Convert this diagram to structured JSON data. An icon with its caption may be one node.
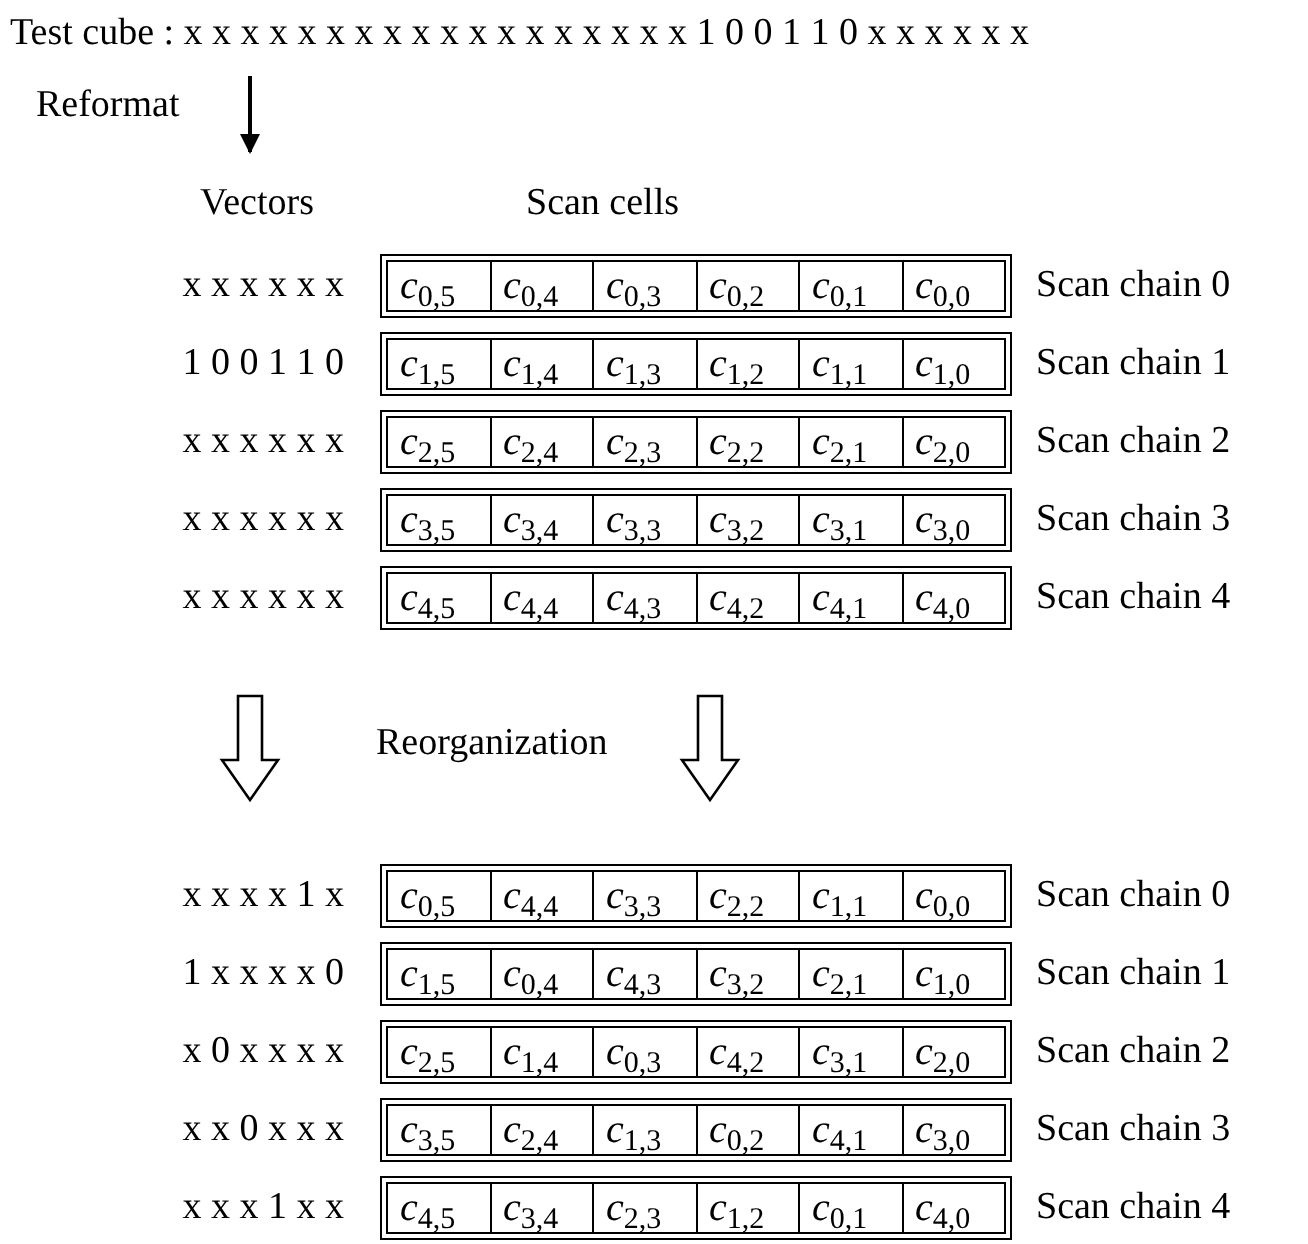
{
  "diagram": {
    "nodes": [
      {
        "text": [],
        "shape": "box"
      },
      {
        "text": [
          "*c*$_{0,5}$"
        ],
        "in": 0
      },
      {
        "text": [
          "*c*$_{0,4}$"
        ],
        "in": 0
      },
      {
        "text": [
          "*c*$_{0,3}$"
        ],
        "in": 0
      },
      {
        "text": [
          "*c*$_{0,2}$"
        ],
        "in": 0
      },
      {
        "text": [
          "*c*$_{0,1}$"
        ],
        "in": 0
      },
      {
        "text": [
          "*c*$_{0,0}$"
        ],
        "in": 0
      },
      {
        "text": [],
        "shape": "box"
      },
      {
        "text": [
          "*c*$_{1,5}$"
        ],
        "in": 7
      },
      {
        "text": [
          "*c*$_{1,4}$"
        ],
        "in": 7
      },
      {
        "text": [
          "*c*$_{1,3}$"
        ],
        "in": 7
      },
      {
        "text": [
          "*c*$_{1,2}$"
        ],
        "in": 7
      },
      {
        "text": [
          "*c*$_{1,1}$"
        ],
        "in": 7
      },
      {
        "text": [
          "*c*$_{1,0}$"
        ],
        "in": 7
      },
      {
        "text": [],
        "shape": "box"
      },
      {
        "text": [
          "*c*$_{2,5}$"
        ],
        "in": 14
      },
      {
        "text": [
          "*c*$_{2,4}$"
        ],
        "in": 14
      },
      {
        "text": [
          "*c*$_{2,3}$"
        ],
        "in": 14
      },
      {
        "text": [
          "*c*$_{2,2}$"
        ],
        "in": 14
      },
      {
        "text": [
          "*c*$_{2,1}$"
        ],
        "in": 14
      },
      {
        "text": [
          "*c*$_{2,0}$"
        ],
        "in": 14
      },
      {
        "text": [],
        "shape": "box"
      },
      {
        "text": [
          "*c*$_{3,5}$"
        ],
        "in": 21
      },
      {
        "text": [
          "*c*$_{3,4}$"
        ],
        "in": 21
      },
      {
        "text": [
          "*c*$_{3,3}$"
        ],
        "in": 21
      },
      {
        "text": [
          "*c*$_{3,2}$"
        ],
        "in": 21
      },
      {
        "text": [
          "*c*$_{3,1}$"
        ],
        "in": 21
      },
      {
        "text": [
          "*c*$_{3,0}$"
        ],
        "in": 21
      },
      {
        "text": [],
        "shape": "box"
      },
      {
        "text": [
          "*c*$_{4,5}$"
        ],
        "in": 28
      },
      {
        "text": [
          "*c*$_{4,4}$"
        ],
        "in": 28
      },
      {
        "text": [
          "*c*$_{4,3}$"
        ],
        "in": 28
      },
      {
        "text": [
          "*c*$_{4,2}$"
        ],
        "in": 28
      },
      {
        "text": [
          "*c*$_{4,1}$"
        ],
        "in": 28
      },
      {
        "text": [
          "*c*$_{4,0}$"
        ],
        "in": 28
      },
      {
        "text": [],
        "shape": "box"
      },
      {
        "text": [
          "*c*$_{0,5}$"
        ],
        "in": 35
      },
      {
        "text": [
          "*c*$_{4,4}$"
        ],
        "in": 35
      },
      {
        "text": [
          "*c*$_{3,3}$"
        ],
        "in": 35
      },
      {
        "text": [
          "*c*$_{2,2}$"
        ],
        "in": 35
      },
      {
        "text": [
          "*c*$_{1,1}$"
        ],
        "in": 35
      },
      {
        "text": [
          "*c*$_{0,0}$"
        ],
        "in": 35
      },
      {
        "text": [],
        "shape": "box"
      },
      {
        "text": [
          "*c*$_{1,5}$"
        ],
        "in": 42
      },
      {
        "text": [
          "*c*$_{0,4}$"
        ],
        "in": 42
      },
      {
        "text": [
          "*c*$_{4,3}$"
        ],
        "in": 42
      },
      {
        "text": [
          "*c*$_{3,2}$"
        ],
        "in": 42
      },
      {
        "text": [
          "*c*$_{2,1}$"
        ],
        "in": 42
      },
      {
        "text": [
          "*c*$_{1,0}$"
        ],
        "in": 42
      },
      {
        "text": [],
        "shape": "box"
      },
      {
        "text": [
          "*c*$_{2,5}$"
        ],
        "in": 49
      },
      {
        "text": [
          "*c*$_{1,4}$"
        ],
        "in": 49
      },
      {
        "text": [
          "*c*$_{0,3}$"
        ],
        "in": 49
      },
      {
        "text": [
          "*c*$_{4,2}$"
        ],
        "in": 49
      },
      {
        "text": [
          "*c*$_{3,1}$"
        ],
        "in": 49
      },
      {
        "text": [
          "*c*$_{2,0}$"
        ],
        "in": 49
      },
      {
        "text": [],
        "shape": "box"
      },
      {
        "text": [
          "*c*$_{3,5}$"
        ],
        "in": 56
      },
      {
        "text": [
          "*c*$_{2,4}$"
        ],
        "in": 56
      },
      {
        "text": [
          "*c*$_{1,3}$"
        ],
        "in": 56
      },
      {
        "text": [
          "*c*$_{0,2}$"
        ],
        "in": 56
      },
      {
        "text": [
          "*c*$_{4,1}$"
        ],
        "in": 56
      },
      {
        "text": [
          "*c*$_{3,0}$"
        ],
        "in": 56
      },
      {
        "text": [],
        "shape": "box"
      },
      {
        "text": [
          "*c*$_{4,5}$"
        ],
        "in": 63
      },
      {
        "text": [
          "*c*$_{3,4}$"
        ],
        "in": 63
      },
      {
        "text": [
          "*c*$_{2,3}$"
        ],
        "in": 63
      },
      {
        "text": [
          "*c*$_{1,2}$"
        ],
        "in": 63
      },
      {
        "text": [
          "*c*$_{0,1}$"
        ],
        "in": 63
      },
      {
        "text": [
          "*c*$_{4,0}$"
        ],
        "in": 63
      }
    ],
    "labels": [
      "Test cube : x x x x x x x x x x x x x x x x x x 1 0 0 1 1 0 x x x x x x",
      "Reformat",
      "Vectors",
      "Scan cells",
      "x x x x x x",
      "Scan chain 0",
      "1 0 0 1 1 0",
      "Scan chain 1",
      "x x x x x x",
      "Scan chain 2",
      "x x x x x x",
      "Scan chain 3",
      "x x x x x x",
      "Scan chain 4",
      "Reorganization",
      "x x x x 1 x",
      "Scan chain 0",
      "1 x x x x 0",
      "Scan chain 1",
      "x 0 x x x x",
      "Scan chain 2",
      "x x 0 x x x",
      "Scan chain 3",
      "x x x 1 x x",
      "Scan chain 4"
    ]
  }
}
